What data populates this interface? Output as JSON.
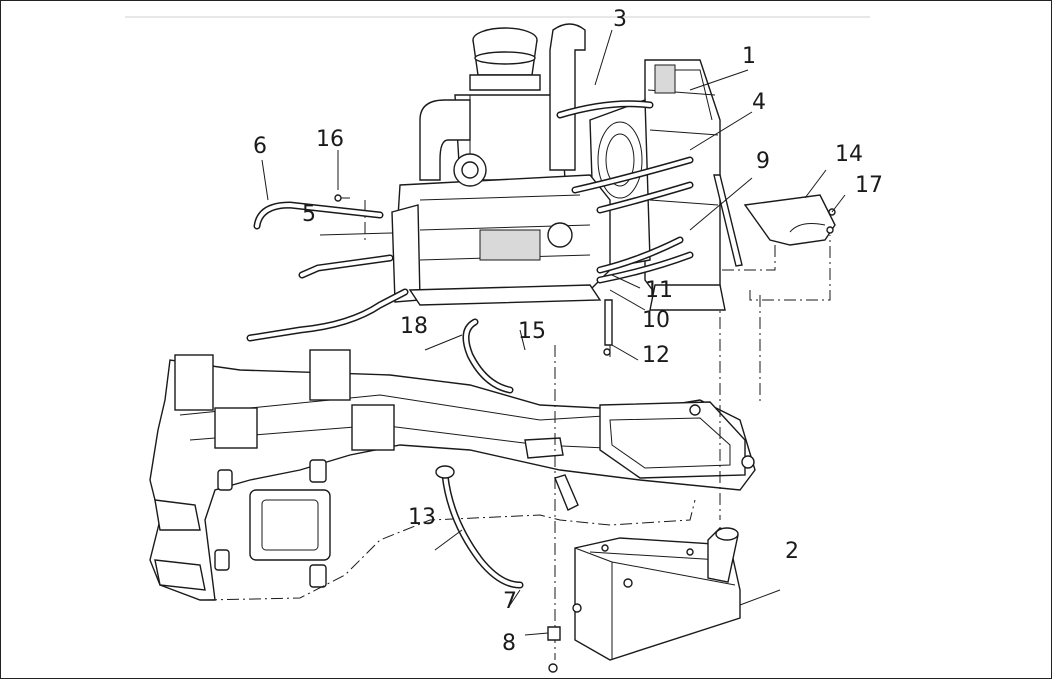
{
  "diagram": {
    "callouts": [
      "1",
      "2",
      "3",
      "4",
      "5",
      "6",
      "7",
      "8",
      "9",
      "10",
      "11",
      "12",
      "13",
      "14",
      "15",
      "16",
      "17",
      "18"
    ],
    "labels": {
      "c1": "1",
      "c2": "2",
      "c3": "3",
      "c4": "4",
      "c5": "5",
      "c6": "6",
      "c7": "7",
      "c8": "8",
      "c9": "9",
      "c10": "10",
      "c11": "11",
      "c12": "12",
      "c13": "13",
      "c14": "14",
      "c15": "15",
      "c16": "16",
      "c17": "17",
      "c18": "18"
    }
  }
}
